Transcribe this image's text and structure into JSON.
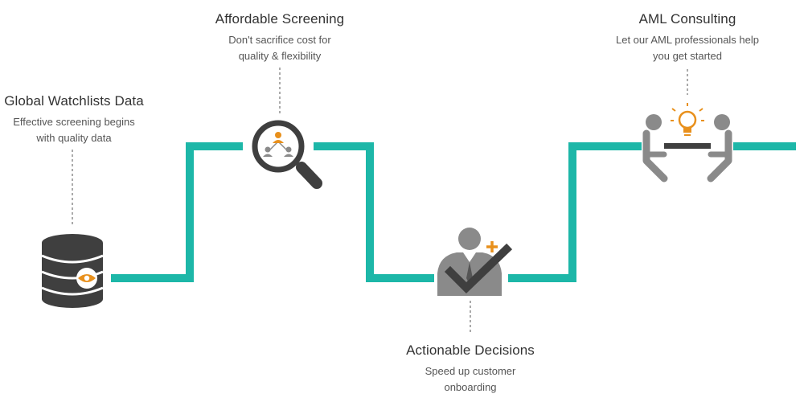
{
  "colors": {
    "path": "#1db7a8",
    "icon_dark": "#3f3f3f",
    "icon_grey": "#8a8a8a",
    "accent_orange": "#e8901c",
    "dash": "#555555"
  },
  "steps": [
    {
      "id": "global-watchlists",
      "title": "Global Watchlists Data",
      "desc": [
        "Effective screening begins",
        "with quality data"
      ],
      "icon": "database-eye-icon"
    },
    {
      "id": "affordable-screening",
      "title": "Affordable Screening",
      "desc": [
        "Don't sacrifice cost for",
        "quality & flexibility"
      ],
      "icon": "magnifier-network-icon"
    },
    {
      "id": "actionable-decisions",
      "title": "Actionable Decisions",
      "desc": [
        "Speed up customer",
        "onboarding"
      ],
      "icon": "person-checkmark-icon"
    },
    {
      "id": "aml-consulting",
      "title": "AML Consulting",
      "desc": [
        "Let our AML professionals help",
        "you get started"
      ],
      "icon": "meeting-lightbulb-icon"
    }
  ]
}
